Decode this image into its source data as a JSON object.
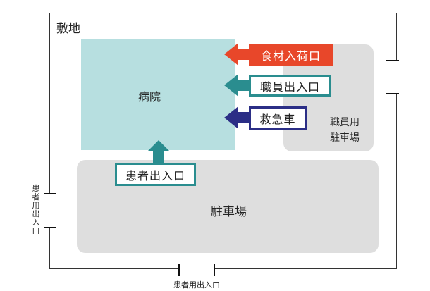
{
  "site": {
    "label": "敷地"
  },
  "hospital": {
    "label": "病院"
  },
  "staff_parking": {
    "label_line1": "職員用",
    "label_line2": "駐車場"
  },
  "main_parking": {
    "label": "駐車場"
  },
  "entrances": {
    "food_delivery": "食材入荷口",
    "staff": "職員出入口",
    "emergency": "救急車",
    "patient": "患者出入口"
  },
  "openings": {
    "left_patient_vertical": "患者用出入口",
    "bottom_patient": "患者用出入口"
  },
  "colors": {
    "hospital": "#b7dfe0",
    "parking": "#dedede",
    "food_delivery": "#e8472a",
    "staff_teal": "#2a8d8f",
    "emergency_navy": "#2b2e86"
  }
}
